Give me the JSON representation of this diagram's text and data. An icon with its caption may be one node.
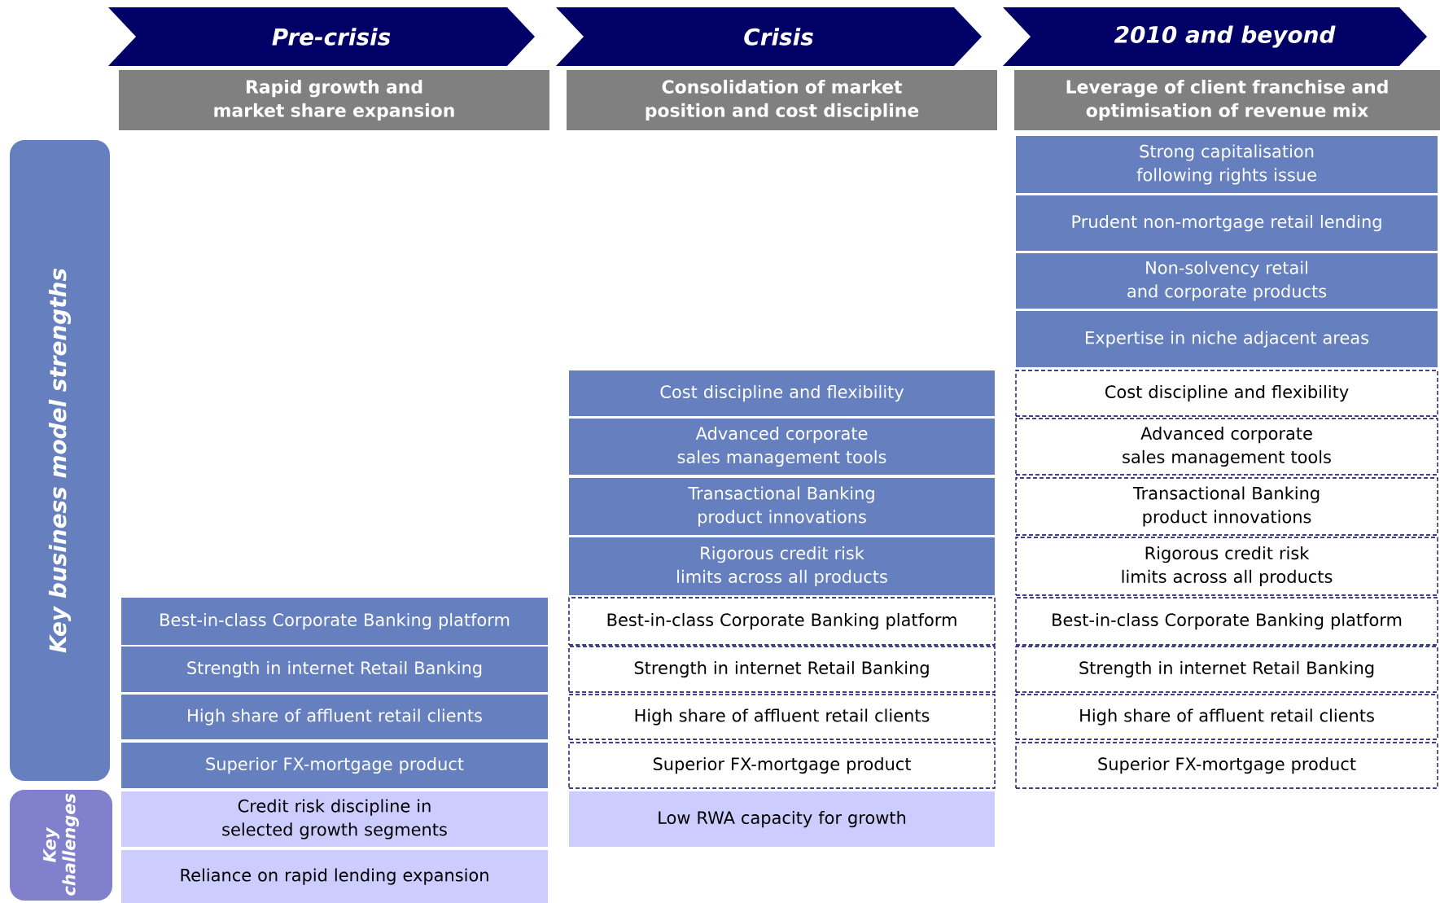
{
  "diagram": {
    "nodes": [
      {
        "text": [
          "Pre-crisis"
        ]
      },
      {
        "text": [
          "Crisis"
        ]
      },
      {
        "text": [
          "2010 and beyond"
        ]
      },
      {
        "text": [
          "Rapid growth and market share expansion"
        ]
      },
      {
        "text": [
          "Consolidation of market position and cost discipline"
        ]
      },
      {
        "text": [
          "Leverage of client franchise and optimisation of revenue mix"
        ]
      },
      {
        "text": [
          "Key business model strengths"
        ]
      },
      {
        "text": [
          "Key challenges"
        ]
      },
      {
        "text": [
          "Best-in-class Corporate Banking platform"
        ]
      },
      {
        "text": [
          "Strength in internet Retail Banking"
        ]
      },
      {
        "text": [
          "High share of affluent retail clients"
        ]
      },
      {
        "text": [
          "Superior FX-mortgage product"
        ]
      },
      {
        "text": [
          "Credit risk discipline in selected growth segments"
        ]
      },
      {
        "text": [
          "Reliance on rapid lending expansion"
        ]
      },
      {
        "text": [
          "Cost discipline and flexibility"
        ]
      },
      {
        "text": [
          "Advanced corporate sales management tools"
        ]
      },
      {
        "text": [
          "Transactional Banking product innovations"
        ]
      },
      {
        "text": [
          "Rigorous credit risk limits across all products"
        ]
      },
      {
        "text": [
          "Best-in-class Corporate Banking platform"
        ]
      },
      {
        "text": [
          "Strength in internet Retail Banking"
        ]
      },
      {
        "text": [
          "High share of affluent retail clients"
        ]
      },
      {
        "text": [
          "Superior FX-mortgage product"
        ]
      },
      {
        "text": [
          "Low RWA capacity for growth"
        ]
      },
      {
        "text": [
          "Strong capitalisation following rights issue"
        ]
      },
      {
        "text": [
          "Prudent non-mortgage retail lending"
        ]
      },
      {
        "text": [
          "Non-solvency retail and corporate products"
        ]
      },
      {
        "text": [
          "Expertise in niche adjacent areas"
        ]
      },
      {
        "text": [
          "Cost discipline and flexibility"
        ]
      },
      {
        "text": [
          "Advanced corporate sales management tools"
        ]
      },
      {
        "text": [
          "Transactional Banking product innovations"
        ]
      },
      {
        "text": [
          "Rigorous credit risk limits across all products"
        ]
      },
      {
        "text": [
          "Best-in-class Corporate Banking platform"
        ]
      },
      {
        "text": [
          "Strength in internet Retail Banking"
        ]
      },
      {
        "text": [
          "High share of affluent retail clients"
        ]
      },
      {
        "text": [
          "Superior FX-mortgage product"
        ]
      }
    ]
  }
}
